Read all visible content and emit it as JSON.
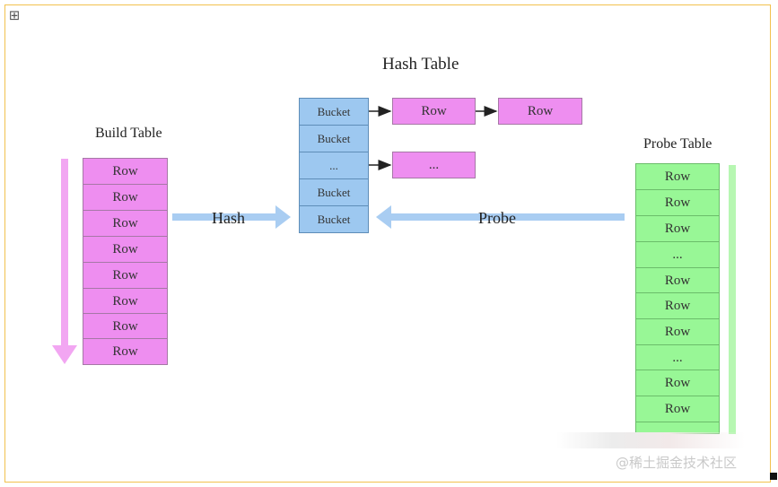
{
  "hash_table": {
    "title": "Hash Table",
    "buckets": [
      "Bucket",
      "Bucket",
      "...",
      "Bucket",
      "Bucket"
    ],
    "chain_1": [
      "Row",
      "Row"
    ],
    "chain_2": [
      "..."
    ]
  },
  "build_table": {
    "title": "Build Table",
    "rows": [
      "Row",
      "Row",
      "Row",
      "Row",
      "Row",
      "Row",
      "Row",
      "Row"
    ]
  },
  "probe_table": {
    "title": "Probe Table",
    "rows": [
      "Row",
      "Row",
      "Row",
      "...",
      "Row",
      "Row",
      "Row",
      "...",
      "Row",
      "Row"
    ]
  },
  "arrows": {
    "hash_label": "Hash",
    "probe_label": "Probe"
  },
  "watermark": "@稀土掘金技术社区",
  "icons": {
    "move_handle": "move-handle-icon"
  },
  "colors": {
    "build": "#ee8ef0",
    "bucket": "#9dc8f0",
    "probe": "#98f796",
    "flow_arrow": "#a9cdf2"
  }
}
